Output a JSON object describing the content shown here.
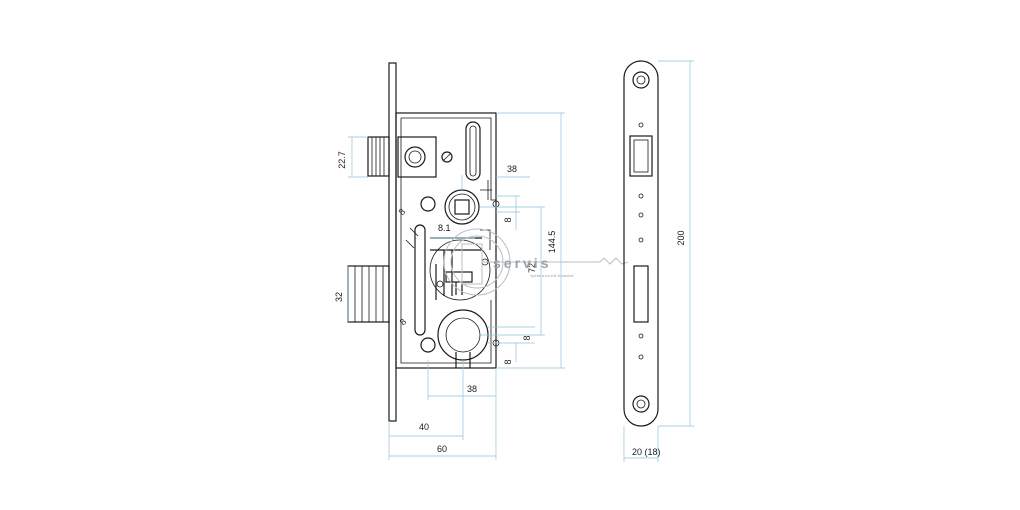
{
  "diagram": {
    "dimensions": {
      "d_22_7": "22.7",
      "d_32": "32",
      "d_38_top": "38",
      "d_8_top": "8",
      "d_8_1": "8.1",
      "d_144_5": "144.5",
      "d_72": "72",
      "d_8_bottom_a": "8",
      "d_8_bottom_b": "8",
      "d_38_bottom": "38",
      "d_40": "40",
      "d_60": "60",
      "d_diam_top": "8",
      "d_diam_bottom": "8",
      "d_200": "200",
      "d_20_18": "20 (18)"
    },
    "watermark": {
      "brand": "servis",
      "tagline": "rychle a na klíč Konečně"
    },
    "colors": {
      "line": "#1a1a1a",
      "dimension_line": "#8ec3de",
      "watermark": "#b9bfc4"
    }
  }
}
